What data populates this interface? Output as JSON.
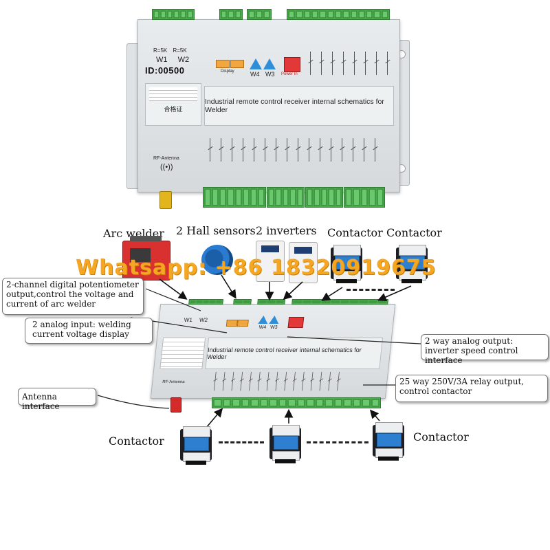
{
  "colors": {
    "terminal_green": "#4cae4f",
    "watermark_orange": "#f5a623",
    "antenna_gold": "#e2b51c",
    "relay_blue": "#2e8ed8",
    "welder_red": "#d93030"
  },
  "top_board": {
    "id_label": "ID:00500",
    "pot_labels": [
      "R=5K",
      "R=5K"
    ],
    "pot_names": [
      "W1",
      "W2"
    ],
    "display_label": "Display",
    "inverter_labels": [
      "W4",
      "W3"
    ],
    "power_label": "Power In",
    "certificate_title": "合格证",
    "schematic_title": "Industrial remote control receiver internal schematics for Welder",
    "antenna_label": "RF-Antenna"
  },
  "bottom_board": {
    "pot_names": [
      "W1",
      "W2"
    ],
    "inverter_labels": [
      "W4",
      "W3"
    ],
    "schematic_title": "Industrial remote control receiver internal schematics for Welder",
    "antenna_label": "RF-Antenna"
  },
  "devices": {
    "arc_welder": "Arc welder",
    "hall_sensors": "2 Hall sensors",
    "inverters": "2 inverters",
    "contactor_top_left": "Contactor",
    "contactor_top_right": "Contactor",
    "contactor_bottom_left": "Contactor",
    "contactor_bottom_right": "Contactor"
  },
  "watermark": "Whatsapp: +86 18320919675",
  "callouts": {
    "potentiometer": "2-channel digital potentiometer output,control the voltage and current of arc welder",
    "analog_input": "2 analog input: welding current voltage display",
    "analog_output": "2 way analog output: inverter speed control interface",
    "antenna": "Antenna interface",
    "relay_output": "25 way 250V/3A relay output, control contactor"
  }
}
